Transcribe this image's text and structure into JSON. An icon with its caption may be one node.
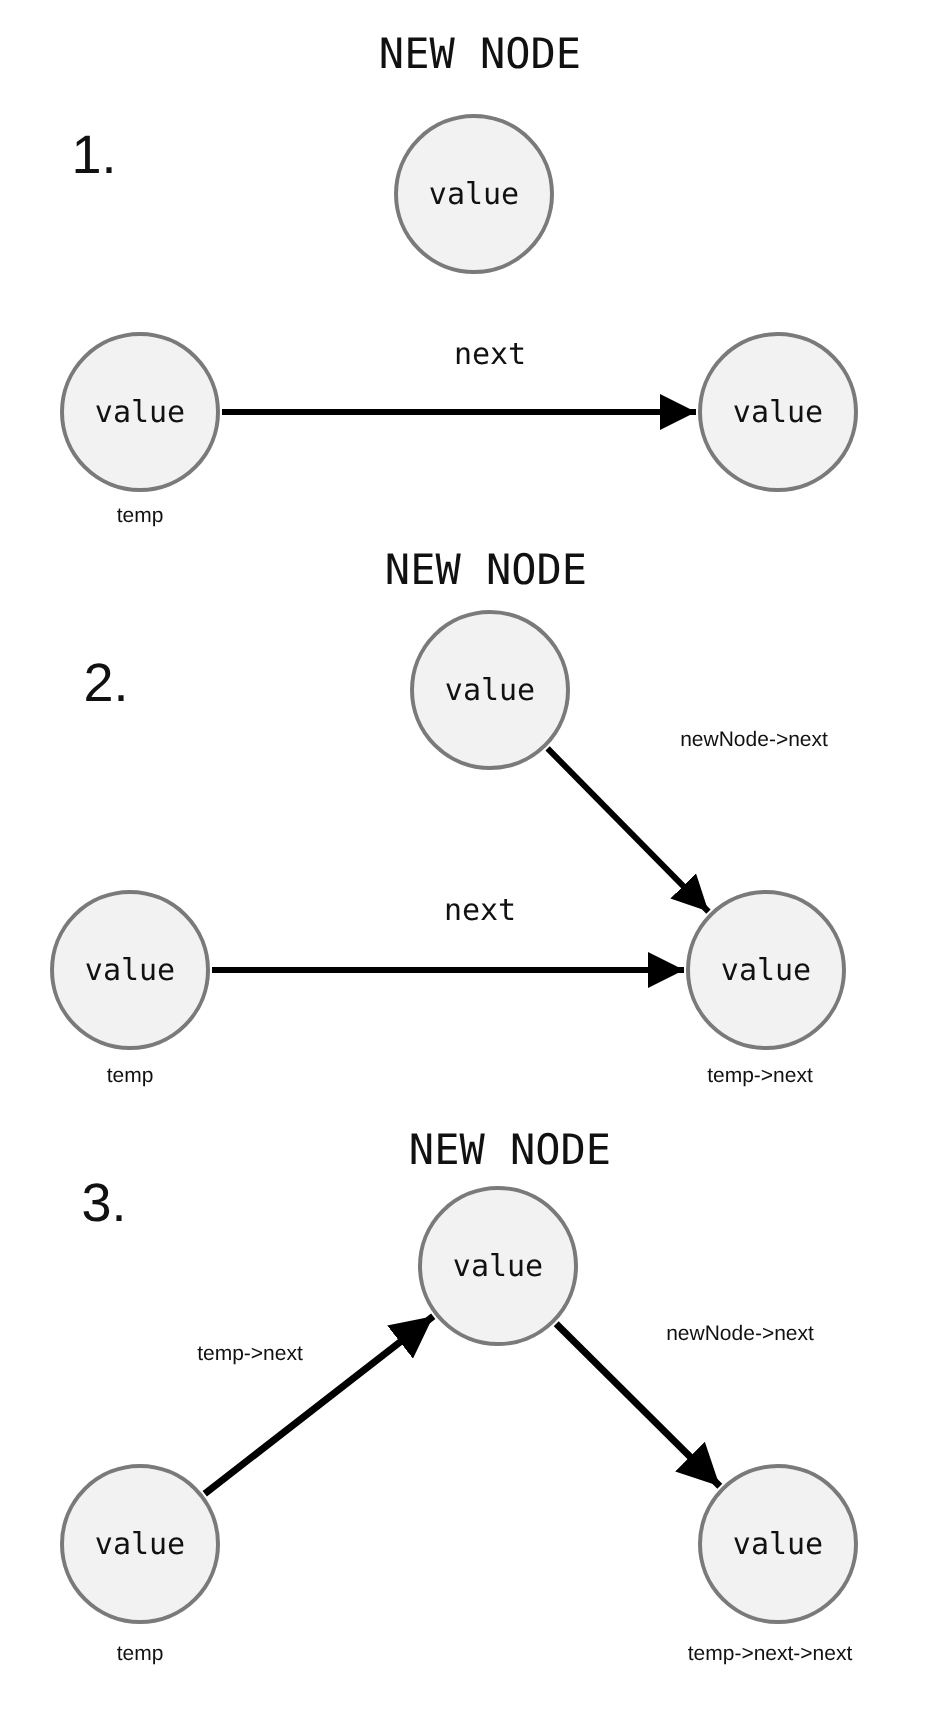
{
  "diagram": {
    "nodes": [
      {
        "text": [
          "value"
        ],
        "beside": [
          "NEW NODE"
        ]
      },
      {
        "text": [
          "value"
        ],
        "beside": [
          "temp"
        ]
      },
      {
        "text": [
          "value"
        ]
      },
      {
        "text": [
          "value"
        ],
        "beside": [
          "NEW NODE"
        ]
      },
      {
        "text": [
          "value"
        ],
        "beside": [
          "temp"
        ]
      },
      {
        "text": [
          "value"
        ],
        "beside": [
          "temp->next"
        ]
      },
      {
        "text": [
          "value"
        ],
        "beside": [
          "NEW NODE"
        ]
      },
      {
        "text": [
          "value"
        ],
        "beside": [
          "temp"
        ]
      },
      {
        "text": [
          "value"
        ],
        "beside": [
          "temp->next->next"
        ]
      }
    ],
    "edges": [
      {
        "from": 1,
        "to": 2,
        "arrow": "to",
        "label": "next"
      },
      {
        "from": 3,
        "to": 5,
        "arrow": "to",
        "label": "newNode->next"
      },
      {
        "from": 4,
        "to": 5,
        "arrow": "to",
        "label": "next"
      },
      {
        "from": 7,
        "to": 6,
        "arrow": "to",
        "label": "temp->next"
      },
      {
        "from": 6,
        "to": 8,
        "arrow": "to",
        "label": "newNode->next"
      }
    ],
    "labels": [
      "1.",
      "2.",
      "3."
    ]
  }
}
